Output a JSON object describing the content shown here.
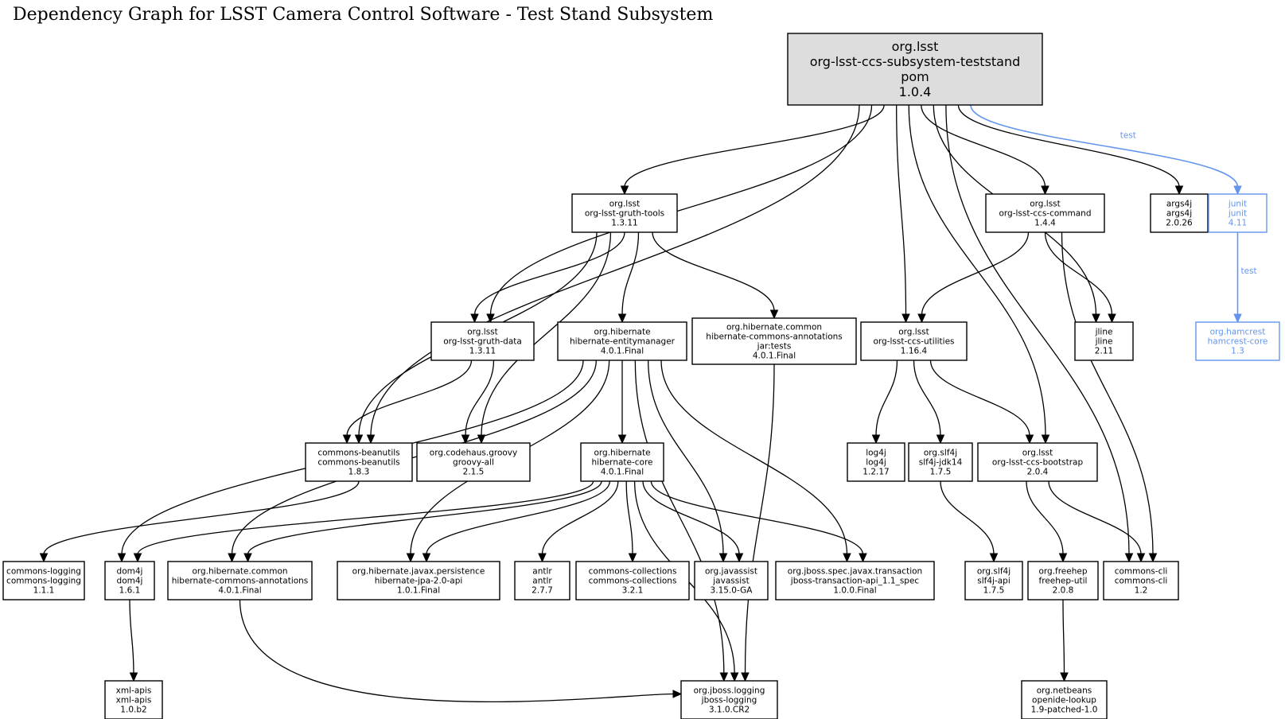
{
  "title": "Dependency Graph for LSST Camera Control Software - Test Stand Subsystem",
  "colors": {
    "test_edge": "#6495ed",
    "root_fill": "#dddddd",
    "default_stroke": "#000000"
  },
  "nodes": [
    {
      "id": "root",
      "lines": [
        "org.lsst",
        "org-lsst-ccs-subsystem-teststand",
        "pom",
        "1.0.4"
      ],
      "kind": "root"
    },
    {
      "id": "gruth-tools",
      "lines": [
        "org.lsst",
        "org-lsst-gruth-tools",
        "1.3.11"
      ]
    },
    {
      "id": "ccs-command",
      "lines": [
        "org.lsst",
        "org-lsst-ccs-command",
        "1.4.4"
      ]
    },
    {
      "id": "args4j",
      "lines": [
        "args4j",
        "args4j",
        "2.0.26"
      ]
    },
    {
      "id": "junit",
      "lines": [
        "junit",
        "junit",
        "4.11"
      ],
      "kind": "test"
    },
    {
      "id": "gruth-data",
      "lines": [
        "org.lsst",
        "org-lsst-gruth-data",
        "1.3.11"
      ]
    },
    {
      "id": "entitymanager",
      "lines": [
        "org.hibernate",
        "hibernate-entitymanager",
        "4.0.1.Final"
      ]
    },
    {
      "id": "hca-tests",
      "lines": [
        "org.hibernate.common",
        "hibernate-commons-annotations",
        "jar:tests",
        "4.0.1.Final"
      ]
    },
    {
      "id": "ccs-utilities",
      "lines": [
        "org.lsst",
        "org-lsst-ccs-utilities",
        "1.16.4"
      ]
    },
    {
      "id": "jline",
      "lines": [
        "jline",
        "jline",
        "2.11"
      ]
    },
    {
      "id": "hamcrest",
      "lines": [
        "org.hamcrest",
        "hamcrest-core",
        "1.3"
      ],
      "kind": "test"
    },
    {
      "id": "beanutils",
      "lines": [
        "commons-beanutils",
        "commons-beanutils",
        "1.8.3"
      ]
    },
    {
      "id": "groovy",
      "lines": [
        "org.codehaus.groovy",
        "groovy-all",
        "2.1.5"
      ]
    },
    {
      "id": "hib-core",
      "lines": [
        "org.hibernate",
        "hibernate-core",
        "4.0.1.Final"
      ]
    },
    {
      "id": "log4j",
      "lines": [
        "log4j",
        "log4j",
        "1.2.17"
      ]
    },
    {
      "id": "slf4j-jdk14",
      "lines": [
        "org.slf4j",
        "slf4j-jdk14",
        "1.7.5"
      ]
    },
    {
      "id": "ccs-bootstrap",
      "lines": [
        "org.lsst",
        "org-lsst-ccs-bootstrap",
        "2.0.4"
      ]
    },
    {
      "id": "commons-logging",
      "lines": [
        "commons-logging",
        "commons-logging",
        "1.1.1"
      ]
    },
    {
      "id": "dom4j",
      "lines": [
        "dom4j",
        "dom4j",
        "1.6.1"
      ]
    },
    {
      "id": "hca",
      "lines": [
        "org.hibernate.common",
        "hibernate-commons-annotations",
        "4.0.1.Final"
      ]
    },
    {
      "id": "jpa",
      "lines": [
        "org.hibernate.javax.persistence",
        "hibernate-jpa-2.0-api",
        "1.0.1.Final"
      ]
    },
    {
      "id": "antlr",
      "lines": [
        "antlr",
        "antlr",
        "2.7.7"
      ]
    },
    {
      "id": "collections",
      "lines": [
        "commons-collections",
        "commons-collections",
        "3.2.1"
      ]
    },
    {
      "id": "javassist",
      "lines": [
        "org.javassist",
        "javassist",
        "3.15.0-GA"
      ]
    },
    {
      "id": "jta",
      "lines": [
        "org.jboss.spec.javax.transaction",
        "jboss-transaction-api_1.1_spec",
        "1.0.0.Final"
      ]
    },
    {
      "id": "slf4j-api",
      "lines": [
        "org.slf4j",
        "slf4j-api",
        "1.7.5"
      ]
    },
    {
      "id": "freehep",
      "lines": [
        "org.freehep",
        "freehep-util",
        "2.0.8"
      ]
    },
    {
      "id": "commons-cli",
      "lines": [
        "commons-cli",
        "commons-cli",
        "1.2"
      ]
    },
    {
      "id": "xml-apis",
      "lines": [
        "xml-apis",
        "xml-apis",
        "1.0.b2"
      ]
    },
    {
      "id": "jboss-logging",
      "lines": [
        "org.jboss.logging",
        "jboss-logging",
        "3.1.0.CR2"
      ]
    },
    {
      "id": "openide",
      "lines": [
        "org.netbeans",
        "openide-lookup",
        "1.9-patched-1.0"
      ]
    }
  ],
  "edges": [
    {
      "from": "root",
      "to": "gruth-tools"
    },
    {
      "from": "root",
      "to": "gruth-data"
    },
    {
      "from": "root",
      "to": "beanutils"
    },
    {
      "from": "root",
      "to": "ccs-utilities"
    },
    {
      "from": "root",
      "to": "ccs-bootstrap"
    },
    {
      "from": "root",
      "to": "ccs-command"
    },
    {
      "from": "root",
      "to": "jline"
    },
    {
      "from": "root",
      "to": "commons-cli"
    },
    {
      "from": "root",
      "to": "args4j"
    },
    {
      "from": "root",
      "to": "junit",
      "label": "test",
      "kind": "test"
    },
    {
      "from": "junit",
      "to": "hamcrest",
      "label": "test",
      "kind": "test"
    },
    {
      "from": "gruth-tools",
      "to": "beanutils"
    },
    {
      "from": "gruth-tools",
      "to": "gruth-data"
    },
    {
      "from": "gruth-tools",
      "to": "groovy"
    },
    {
      "from": "gruth-tools",
      "to": "entitymanager"
    },
    {
      "from": "gruth-tools",
      "to": "hca-tests"
    },
    {
      "from": "gruth-data",
      "to": "beanutils"
    },
    {
      "from": "gruth-data",
      "to": "groovy"
    },
    {
      "from": "ccs-command",
      "to": "ccs-utilities"
    },
    {
      "from": "ccs-command",
      "to": "commons-cli"
    },
    {
      "from": "ccs-command",
      "to": "jline"
    },
    {
      "from": "ccs-utilities",
      "to": "log4j"
    },
    {
      "from": "ccs-utilities",
      "to": "slf4j-jdk14"
    },
    {
      "from": "ccs-utilities",
      "to": "ccs-bootstrap"
    },
    {
      "from": "hca-tests",
      "to": "jboss-logging"
    },
    {
      "from": "entitymanager",
      "to": "hib-core"
    },
    {
      "from": "entitymanager",
      "to": "dom4j"
    },
    {
      "from": "entitymanager",
      "to": "hca"
    },
    {
      "from": "entitymanager",
      "to": "jpa"
    },
    {
      "from": "entitymanager",
      "to": "javassist"
    },
    {
      "from": "entitymanager",
      "to": "jta"
    },
    {
      "from": "entitymanager",
      "to": "jboss-logging"
    },
    {
      "from": "hib-core",
      "to": "dom4j"
    },
    {
      "from": "hib-core",
      "to": "hca"
    },
    {
      "from": "hib-core",
      "to": "jpa"
    },
    {
      "from": "hib-core",
      "to": "antlr"
    },
    {
      "from": "hib-core",
      "to": "collections"
    },
    {
      "from": "hib-core",
      "to": "javassist"
    },
    {
      "from": "hib-core",
      "to": "jta"
    },
    {
      "from": "hib-core",
      "to": "jboss-logging"
    },
    {
      "from": "beanutils",
      "to": "commons-logging"
    },
    {
      "from": "slf4j-jdk14",
      "to": "slf4j-api"
    },
    {
      "from": "ccs-bootstrap",
      "to": "freehep"
    },
    {
      "from": "ccs-bootstrap",
      "to": "commons-cli"
    },
    {
      "from": "dom4j",
      "to": "xml-apis"
    },
    {
      "from": "hca",
      "to": "jboss-logging"
    },
    {
      "from": "freehep",
      "to": "openide"
    }
  ]
}
